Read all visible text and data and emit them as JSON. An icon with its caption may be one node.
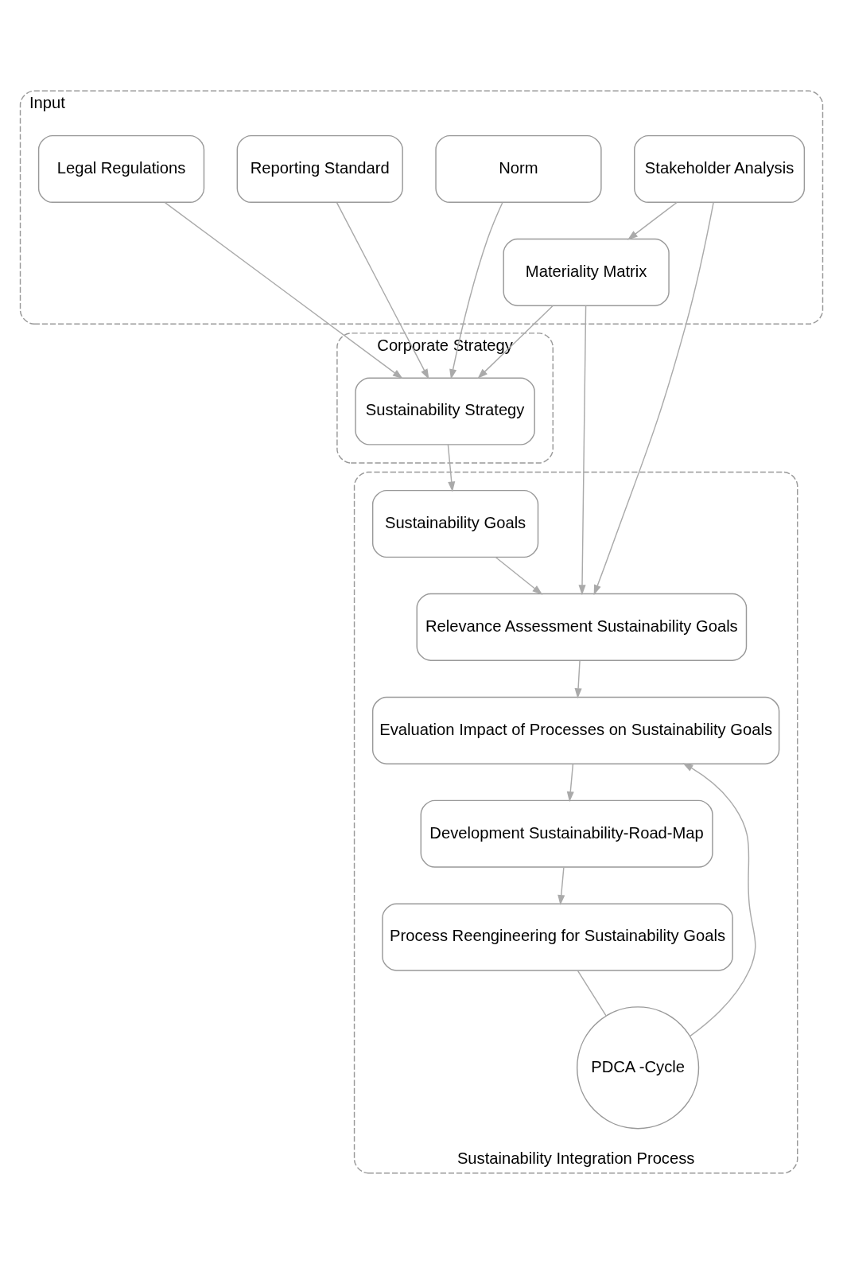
{
  "diagram": {
    "nodes": [
      {
        "text": [
          "Input"
        ]
      },
      {
        "text": [
          "Legal Regulations"
        ],
        "in": 0
      },
      {
        "text": [
          "Reporting Standard"
        ],
        "in": 0
      },
      {
        "text": [
          "Norm"
        ],
        "in": 0
      },
      {
        "text": [
          "Stakeholder Analysis"
        ],
        "in": 0
      },
      {
        "text": [
          "Materiality Matrix"
        ],
        "in": 0
      },
      {
        "text": [
          "Corporate Strategy"
        ]
      },
      {
        "text": [
          "Sustainability Strategy"
        ],
        "in": 6
      },
      {
        "text": [
          "Sustainability Integration Process"
        ]
      },
      {
        "text": [
          "Sustainability Goals"
        ],
        "in": 8
      },
      {
        "text": [
          "Relevance Assessment Sustainability Goals"
        ],
        "in": 8
      },
      {
        "text": [
          "Evaluation Impact of Processes on Sustainability Goals"
        ],
        "in": 8
      },
      {
        "text": [
          "Development Sustainability-Road-Map"
        ],
        "in": 8
      },
      {
        "text": [
          "Process Reengineering for Sustainability Goals"
        ],
        "in": 8
      },
      {
        "text": [
          "PDCA -Cycle"
        ],
        "in": 8
      }
    ],
    "edges": [
      {
        "from": 1,
        "to": 7,
        "arrow": "to"
      },
      {
        "from": 2,
        "to": 7,
        "arrow": "to"
      },
      {
        "from": 3,
        "to": 7,
        "arrow": "to"
      },
      {
        "from": 5,
        "to": 7,
        "arrow": "to"
      },
      {
        "from": 4,
        "to": 5,
        "arrow": "to"
      },
      {
        "from": 4,
        "to": 10,
        "arrow": "to"
      },
      {
        "from": 5,
        "to": 10,
        "arrow": "to"
      },
      {
        "from": 7,
        "to": 9,
        "arrow": "to"
      },
      {
        "from": 9,
        "to": 10,
        "arrow": "to"
      },
      {
        "from": 10,
        "to": 11,
        "arrow": "to"
      },
      {
        "from": 11,
        "to": 12,
        "arrow": "to"
      },
      {
        "from": 12,
        "to": 13,
        "arrow": "to"
      },
      {
        "from": 13,
        "to": 14,
        "arrow": "none"
      },
      {
        "from": 14,
        "to": 11,
        "arrow": "to"
      }
    ]
  }
}
